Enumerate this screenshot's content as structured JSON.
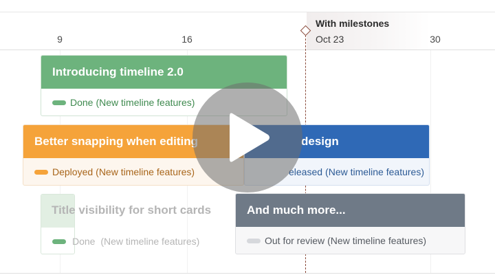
{
  "timeline": {
    "ticks": [
      "9",
      "16",
      "30"
    ],
    "milestone": {
      "title": "With milestones",
      "date": "Oct 23"
    }
  },
  "colors": {
    "green": "#6db37d",
    "orange": "#f5a33a",
    "blue": "#2f69b6",
    "slate": "#6f7a87",
    "milestone": "#8a4a3a"
  },
  "cards": [
    {
      "title": "Introducing timeline 2.0",
      "status": "Done",
      "project": "(New timeline features)"
    },
    {
      "title": "Better snapping when editing",
      "status": "Deployed",
      "project": "(New timeline features)"
    },
    {
      "title": "design",
      "status": "eleased",
      "project": "(New timeline features)"
    },
    {
      "title": "Title visibility for short cards",
      "status": "Done",
      "project": "(New timeline features)"
    },
    {
      "title": "And much more...",
      "status": "Out for review",
      "project": "(New timeline features)"
    }
  ],
  "video": {
    "control_icon": "play-icon"
  }
}
